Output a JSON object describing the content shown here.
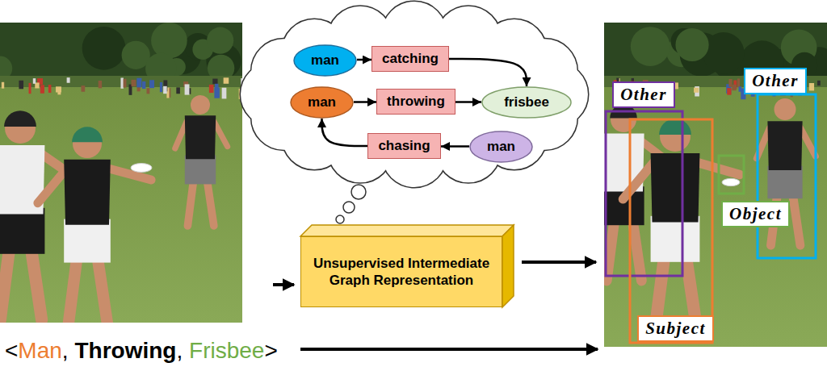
{
  "diagram": {
    "nodes": [
      {
        "text": [
          "man"
        ]
      },
      {
        "text": [
          "catching"
        ]
      },
      {
        "text": [
          "man"
        ]
      },
      {
        "text": [
          "throwing"
        ]
      },
      {
        "text": [
          "frisbee"
        ]
      },
      {
        "text": [
          "chasing"
        ]
      },
      {
        "text": [
          "man"
        ]
      },
      {
        "text": [
          "Unsupervised Intermediate Graph Representation"
        ]
      },
      {
        "text": [
          "Other"
        ]
      },
      {
        "text": [
          "Other"
        ]
      },
      {
        "text": [
          "Object"
        ]
      },
      {
        "text": [
          "Subject"
        ]
      }
    ],
    "edges": [
      {
        "from": 0,
        "to": 1,
        "arrow": "to"
      },
      {
        "from": 1,
        "to": 4,
        "arrow": "to"
      },
      {
        "from": 2,
        "to": 3,
        "arrow": "to"
      },
      {
        "from": 3,
        "to": 4,
        "arrow": "to"
      },
      {
        "from": 6,
        "to": 5,
        "arrow": "to"
      },
      {
        "from": 5,
        "to": 2,
        "arrow": "to"
      }
    ],
    "labels": [
      "<",
      "Man",
      ",",
      "Throwing",
      ",",
      "Frisbee",
      ">"
    ]
  }
}
